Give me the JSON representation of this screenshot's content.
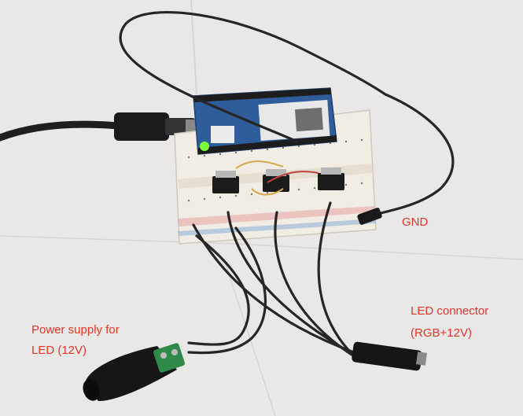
{
  "photo": {
    "subject": "breadboard-led-controller",
    "colors": {
      "background": "#e9e8e6",
      "tile_seam": "#d6d5d2",
      "breadboard": "#f2ede4",
      "board_blue": "#2f5d9c",
      "wire": "#262626",
      "caption_red": "#e0352b",
      "terminal_green": "#2f8a4a",
      "led_green": "#7cff3a"
    },
    "labels": {
      "gnd": "GND",
      "led_connector_line1": "LED connector",
      "led_connector_line2": "(RGB+12V)",
      "power_line1": "Power supply for",
      "power_line2": "LED (12V)"
    }
  }
}
